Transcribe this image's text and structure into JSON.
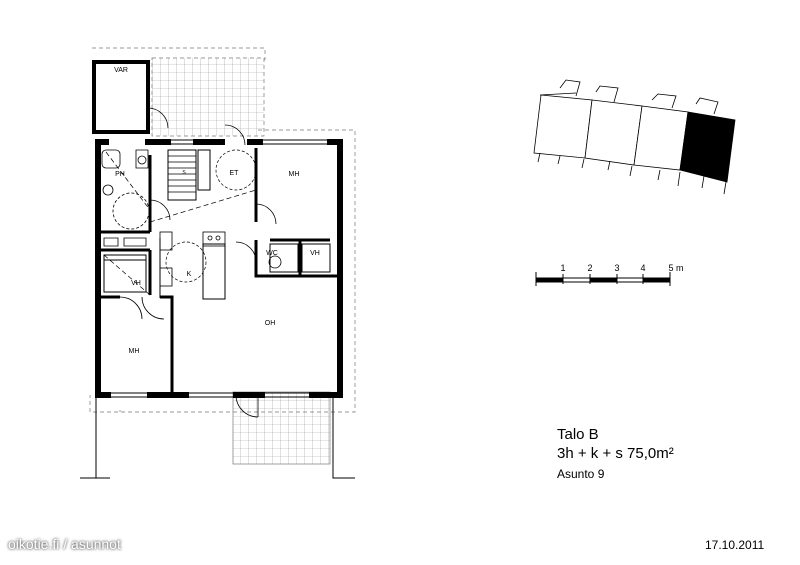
{
  "plan": {
    "building": "Talo B",
    "size": "3h + k + s  75,0m²",
    "apartment": "Asunto 9",
    "date": "17.10.2011",
    "watermark": "oikotie.fi / asunnot"
  },
  "rooms": {
    "var": "VAR",
    "ph": "PH",
    "s": "S",
    "et": "ET",
    "mh_top": "MH",
    "wc": "WC",
    "vh_right": "VH",
    "vh_left": "VH",
    "k": "K",
    "oh": "OH",
    "mh_bottom": "MH"
  },
  "scale": {
    "ticks": [
      "1",
      "2",
      "3",
      "4",
      "5 m"
    ]
  },
  "colors": {
    "wall": "#000000",
    "line": "#000000",
    "dash": "#666666",
    "highlight": "#000000"
  }
}
